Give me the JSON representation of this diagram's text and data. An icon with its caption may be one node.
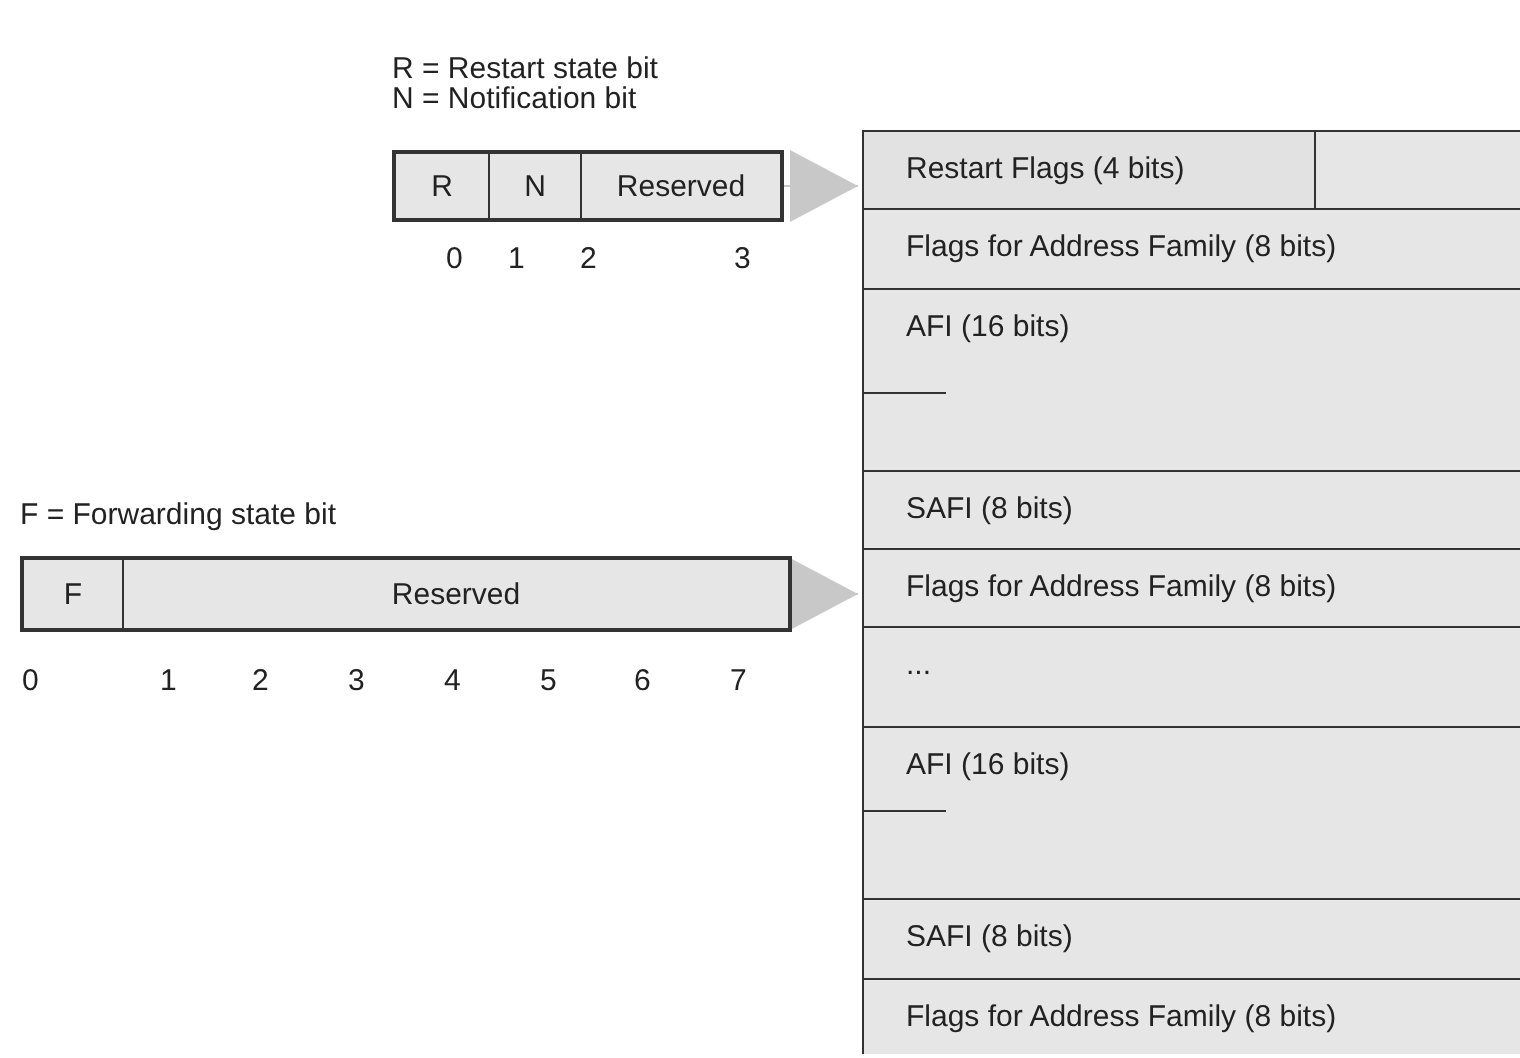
{
  "diagram": {
    "nodes": [
      {
        "text": [],
        "shape": "box"
      },
      {
        "text": [
          "R"
        ],
        "in": 0
      },
      {
        "text": [
          "N"
        ],
        "in": 0
      },
      {
        "text": [
          "Reserved"
        ],
        "in": 0
      },
      {
        "text": [],
        "shape": "box"
      },
      {
        "text": [
          "F"
        ],
        "in": 4
      },
      {
        "text": [
          "Reserved"
        ],
        "in": 4
      },
      {
        "text": [],
        "shape": "box"
      },
      {
        "text": [
          "Restart Flags (4 bits)"
        ],
        "in": 7
      },
      {
        "text": [
          "Flags for Address Family (8 bits)"
        ],
        "in": 7
      },
      {
        "text": [
          "AFI (16 bits)"
        ],
        "in": 7
      },
      {
        "text": [
          "SAFI (8 bits)"
        ],
        "in": 7
      },
      {
        "text": [
          "Flags for Address Family (8 bits)"
        ],
        "in": 7
      },
      {
        "text": [
          "..."
        ],
        "in": 7
      },
      {
        "text": [
          "AFI (16 bits)"
        ],
        "in": 7
      },
      {
        "text": [
          "SAFI (8 bits)"
        ],
        "in": 7
      },
      {
        "text": [
          "Flags for Address Family (8 bits)"
        ],
        "in": 7
      }
    ],
    "edges": [
      {
        "from": 0,
        "to": 8,
        "arrow": "to"
      },
      {
        "from": 4,
        "to": 12,
        "arrow": "to"
      }
    ],
    "labels": [
      "R = Restart state bit",
      "N = Notification bit",
      "0",
      "1",
      "2",
      "3",
      "F = Forwarding state bit",
      "0",
      "1",
      "2",
      "3",
      "4",
      "5",
      "6",
      "7"
    ]
  }
}
